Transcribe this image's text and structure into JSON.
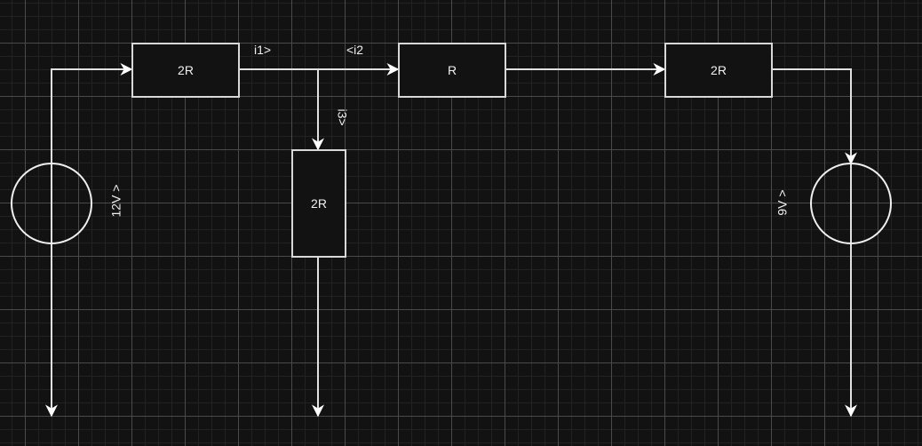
{
  "resistors": [
    {
      "id": "r1",
      "label": "2R"
    },
    {
      "id": "r2",
      "label": "R"
    },
    {
      "id": "r3",
      "label": "2R"
    },
    {
      "id": "r4",
      "label": "2R"
    }
  ],
  "sources": [
    {
      "id": "v1",
      "label": "12V >"
    },
    {
      "id": "v2",
      "label": "9V >"
    }
  ],
  "currents": {
    "i1": "i1>",
    "i2": "<i2",
    "i3": "i3>"
  },
  "colors": {
    "background": "#121212",
    "stroke": "#d8d8d8",
    "text": "#f0f0f0"
  }
}
